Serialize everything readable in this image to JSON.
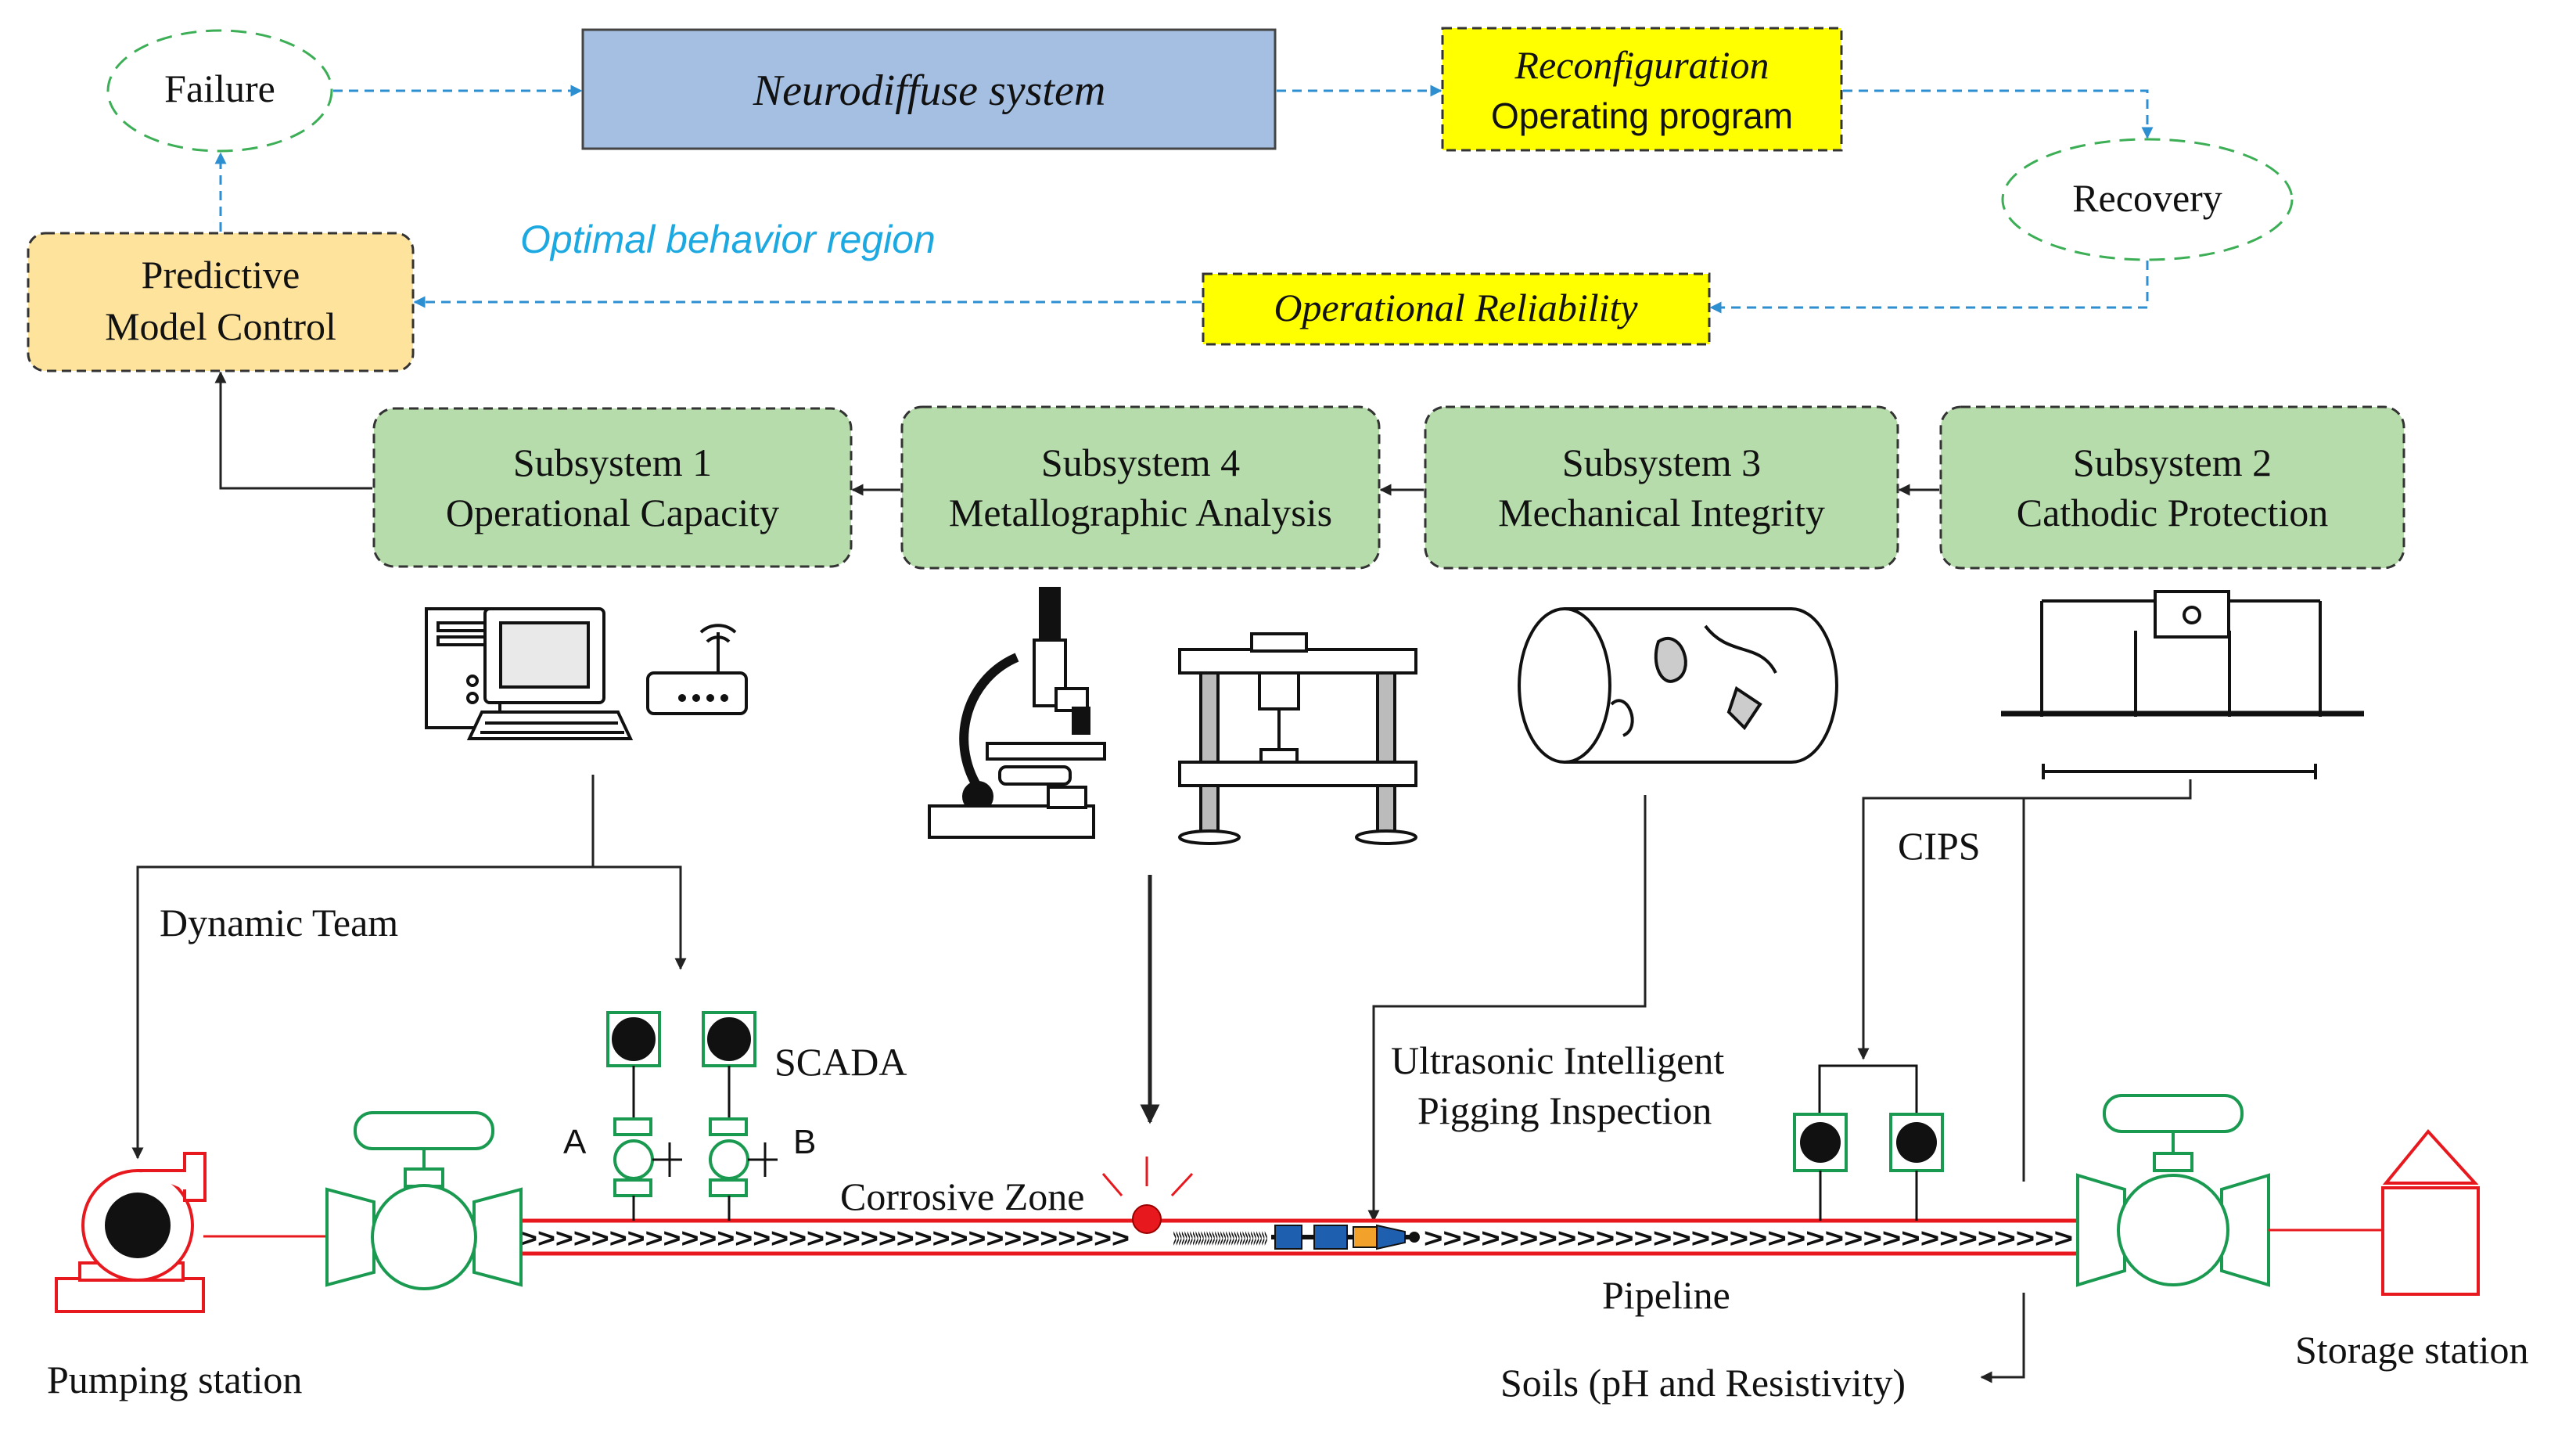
{
  "top_flow": {
    "failure": "Failure",
    "neuro_system": "Neurodiffuse system",
    "reconfig_line1": "Reconfiguration",
    "reconfig_line2": "Operating program",
    "recovery": "Recovery",
    "optimal_region": "Optimal behavior region",
    "operational_reliability": "Operational Reliability",
    "predictive_line1": "Predictive",
    "predictive_line2": "Model Control"
  },
  "subsystems": [
    {
      "title": "Subsystem 1",
      "subtitle": "Operational Capacity"
    },
    {
      "title": "Subsystem 4",
      "subtitle": "Metallographic Analysis"
    },
    {
      "title": "Subsystem 3",
      "subtitle": "Mechanical Integrity"
    },
    {
      "title": "Subsystem 2",
      "subtitle": "Cathodic Protection"
    }
  ],
  "labels": {
    "dynamic_team": "Dynamic Team",
    "scada": "SCADA",
    "valve_a": "A",
    "valve_b": "B",
    "corrosive_zone": "Corrosive Zone",
    "ultrasonic_line1": "Ultrasonic Intelligent",
    "ultrasonic_line2": "Pigging Inspection",
    "cips": "CIPS",
    "pipeline": "Pipeline",
    "soils": "Soils (pH and Resistivity)",
    "pumping_station": "Pumping station",
    "storage_station": "Storage station",
    "flow_arrows": ">>>>>>>>>>>>>>>>>>>>>>>>>>>>>>>>>>"
  },
  "colors": {
    "dashed_blue": "#2e8fd0",
    "neuro_fill": "#a4bfe2",
    "yellow": "#ffff00",
    "predictive_fill": "#fde39c",
    "subsystem_fill": "#b5dcaa",
    "green_line": "#1a9a50",
    "red": "#e8191e",
    "cyan_text": "#1ca8e0"
  }
}
